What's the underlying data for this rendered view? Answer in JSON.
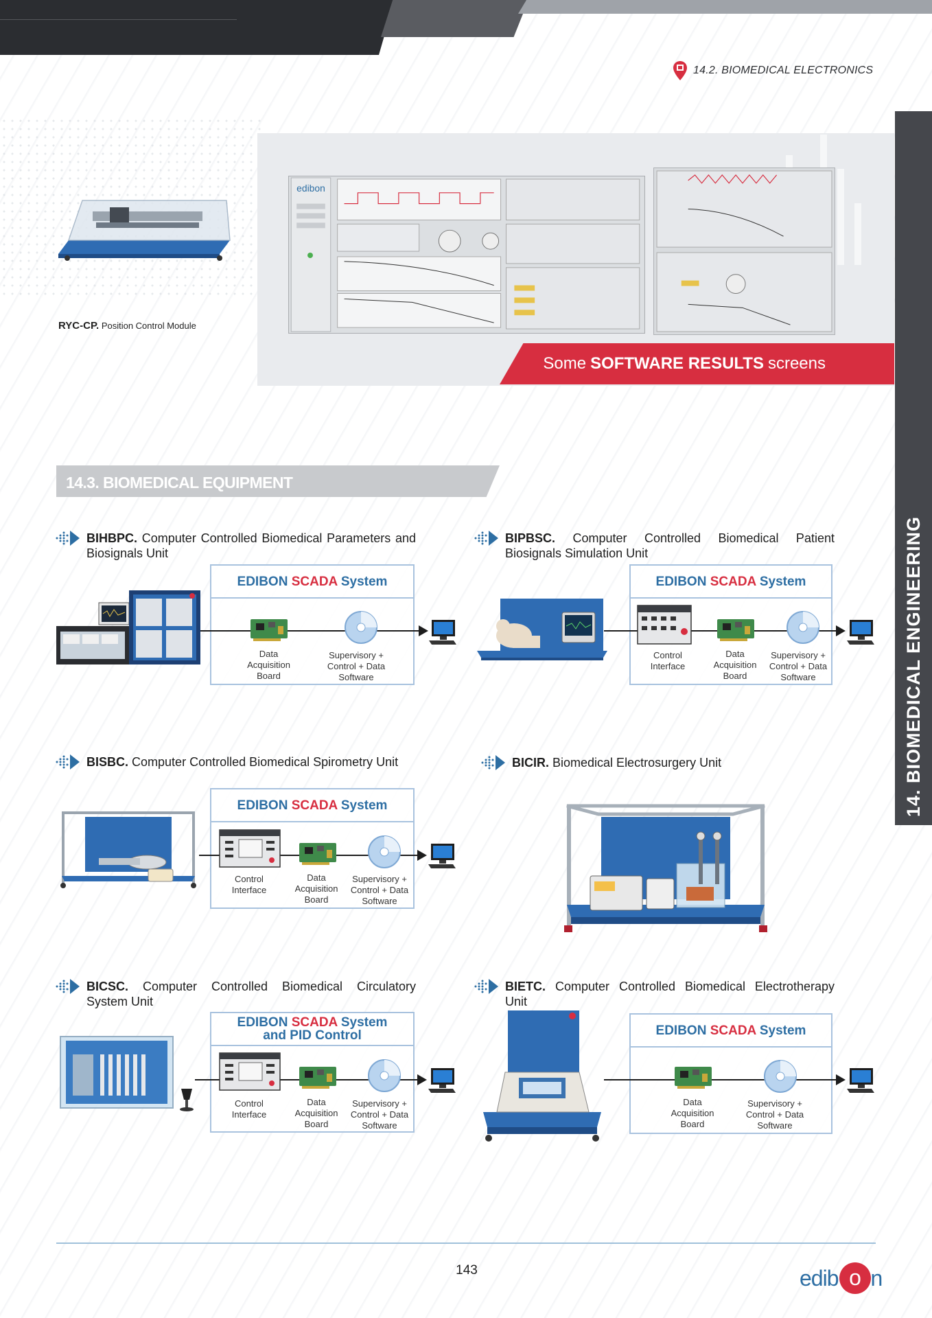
{
  "header": {
    "section_tag": "14.2. BIOMEDICAL ELECTRONICS",
    "side_tab": "14. BIOMEDICAL ENGINEERING"
  },
  "module": {
    "code": "RYC-CP.",
    "name": "Position Control Module"
  },
  "software_banner": {
    "pre": "Some",
    "bold": "SOFTWARE RESULTS",
    "post": "screens"
  },
  "section_band": "14.3. BIOMEDICAL EQUIPMENT",
  "scada": {
    "brand": "EDIBON",
    "scada": "SCADA",
    "system": "System",
    "and_pid": "and PID Control"
  },
  "labels": {
    "control_interface": [
      "Control",
      "Interface"
    ],
    "data_acq": [
      "Data",
      "Acquisition",
      "Board"
    ],
    "supervisory": [
      "Supervisory +",
      "Control + Data",
      "Software"
    ]
  },
  "products": [
    {
      "code": "BIHBPC.",
      "title": "Computer Controlled Biomedical Parameters and Biosignals Unit"
    },
    {
      "code": "BIPBSC.",
      "title": "Computer Controlled Biomedical Patient Biosignals Simulation Unit"
    },
    {
      "code": "BISBC.",
      "title": "Computer Controlled Biomedical Spirometry Unit"
    },
    {
      "code": "BICIR.",
      "title": "Biomedical Electrosurgery Unit"
    },
    {
      "code": "BICSC.",
      "title": "Computer Controlled Biomedical Circulatory System Unit"
    },
    {
      "code": "BIETC.",
      "title": "Computer Controlled Biomedical Electrotherapy Unit"
    }
  ],
  "footer": {
    "page_number": "143",
    "brand_pre": "edib",
    "brand_o": "o",
    "brand_post": "n"
  },
  "colors": {
    "accent_red": "#d72e40",
    "accent_blue": "#2d6ea3",
    "header_dark": "#2b2d31"
  }
}
